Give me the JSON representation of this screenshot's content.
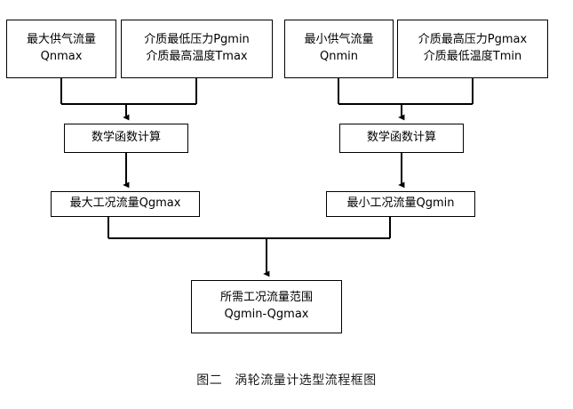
{
  "figure": {
    "caption_label": "图二",
    "caption_title": "涡轮流量计选型流程框图",
    "background": "#ffffff",
    "stroke": "#000000"
  },
  "nodes": {
    "max_supply_flow": {
      "line1": "最大供气流量",
      "line2": "Qnmax"
    },
    "medium_min_pressure": {
      "line1": "介质最低压力Pgmin",
      "line2": "介质最高温度Tmax"
    },
    "min_supply_flow": {
      "line1": "最小供气流量",
      "line2": "Qnmin"
    },
    "medium_max_pressure": {
      "line1": "介质最高压力Pgmax",
      "line2": "介质最低温度Tmin"
    },
    "math_calc_left": {
      "line1": "数学函数计算"
    },
    "math_calc_right": {
      "line1": "数学函数计算"
    },
    "qgmax": {
      "line1": "最大工况流量Qgmax"
    },
    "qgmin": {
      "line1": "最小工况流量Qgmin"
    },
    "result": {
      "line1": "所需工况流量范围",
      "line2": "Qgmin-Qgmax"
    }
  },
  "edges": [
    {
      "name": "qnmax-to-math-left",
      "from": "max_supply_flow",
      "to": "math_calc_left"
    },
    {
      "name": "pgmin-to-math-left",
      "from": "medium_min_pressure",
      "to": "math_calc_left"
    },
    {
      "name": "qnmin-to-math-right",
      "from": "min_supply_flow",
      "to": "math_calc_right"
    },
    {
      "name": "pgmax-to-math-right",
      "from": "medium_max_pressure",
      "to": "math_calc_right"
    },
    {
      "name": "math-left-to-qgmax",
      "from": "math_calc_left",
      "to": "qgmax"
    },
    {
      "name": "math-right-to-qgmin",
      "from": "math_calc_right",
      "to": "qgmin"
    },
    {
      "name": "qgmax-to-result",
      "from": "qgmax",
      "to": "result"
    },
    {
      "name": "qgmin-to-result",
      "from": "qgmin",
      "to": "result"
    }
  ]
}
